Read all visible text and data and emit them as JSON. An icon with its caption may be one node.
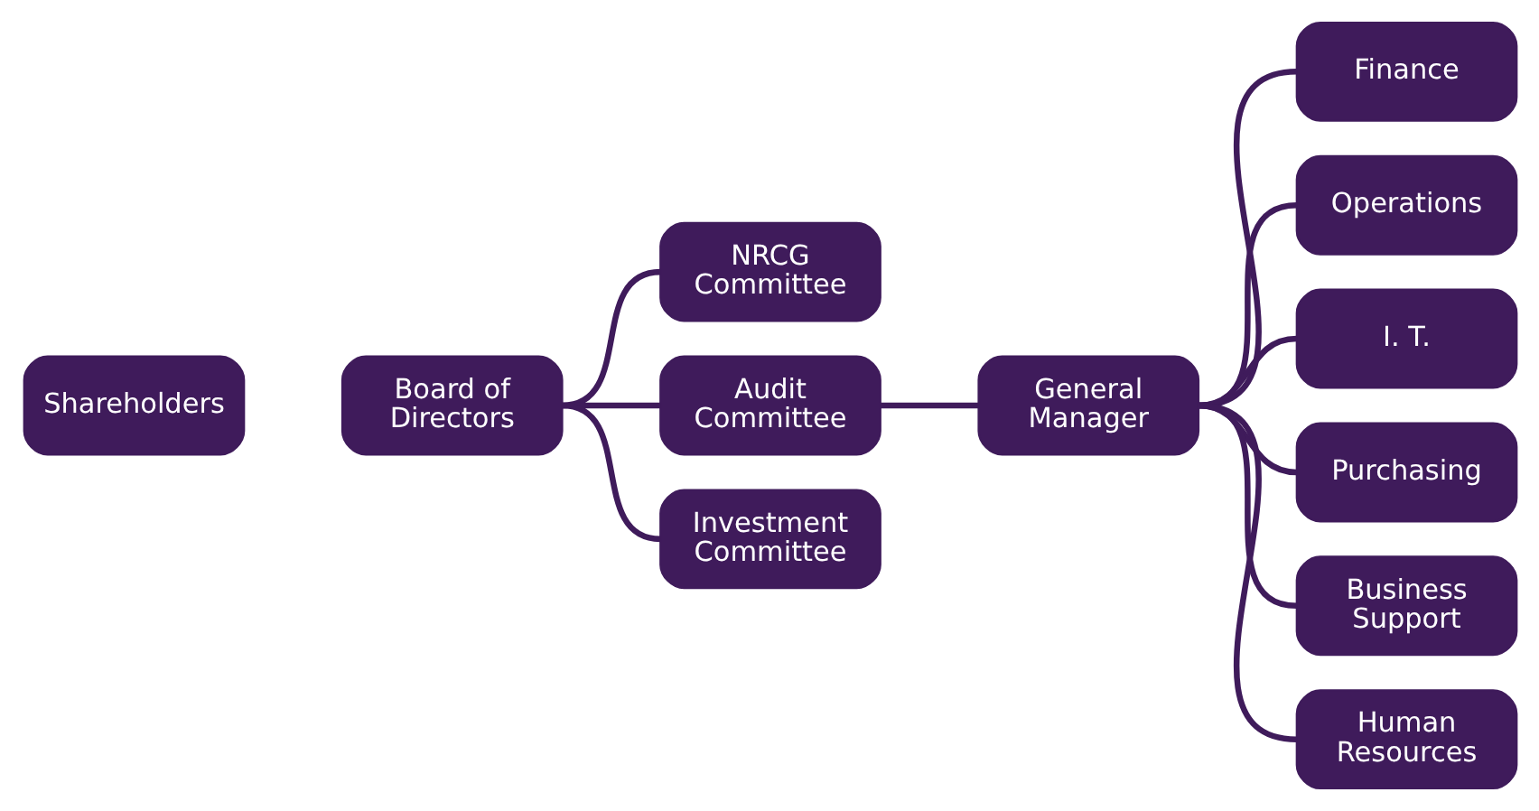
{
  "diagram": {
    "nodes": [
      {
        "text": [
          "Shareholders"
        ]
      },
      {
        "text": [
          "Board of Directors"
        ]
      },
      {
        "text": [
          "NRCG Committee"
        ]
      },
      {
        "text": [
          "Audit Committee"
        ]
      },
      {
        "text": [
          "Investment Committee"
        ]
      },
      {
        "text": [
          "General Manager"
        ]
      },
      {
        "text": [
          "Finance"
        ]
      },
      {
        "text": [
          "Operations"
        ]
      },
      {
        "text": [
          "I. T."
        ]
      },
      {
        "text": [
          "Purchasing"
        ]
      },
      {
        "text": [
          "Business Support"
        ]
      },
      {
        "text": [
          "Human Resources"
        ]
      }
    ],
    "edges": [
      {
        "from": 1,
        "to": 2,
        "arrow": "none"
      },
      {
        "from": 1,
        "to": 3,
        "arrow": "none"
      },
      {
        "from": 1,
        "to": 4,
        "arrow": "none"
      },
      {
        "from": 3,
        "to": 5,
        "arrow": "none"
      },
      {
        "from": 5,
        "to": 6,
        "arrow": "none"
      },
      {
        "from": 5,
        "to": 7,
        "arrow": "none"
      },
      {
        "from": 5,
        "to": 8,
        "arrow": "none"
      },
      {
        "from": 5,
        "to": 9,
        "arrow": "none"
      },
      {
        "from": 5,
        "to": 10,
        "arrow": "none"
      },
      {
        "from": 5,
        "to": 11,
        "arrow": "none"
      }
    ]
  }
}
